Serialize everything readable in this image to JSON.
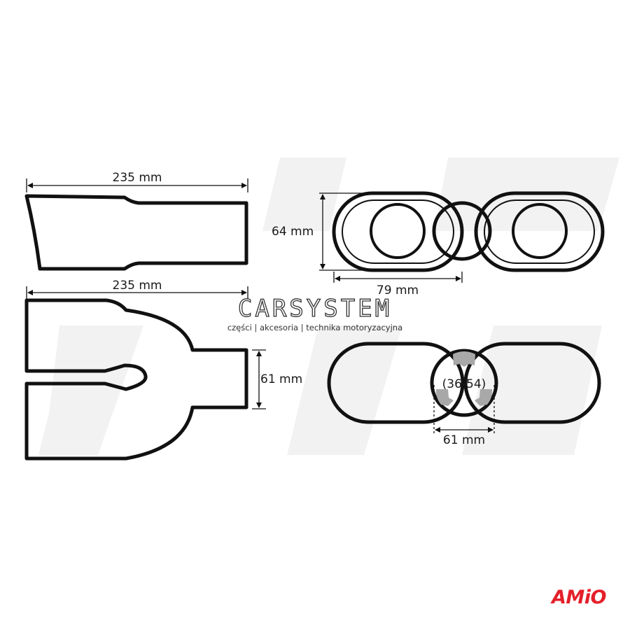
{
  "watermark": {
    "title": "CARSYSTEM",
    "subtitle": "części | akcesoria | technika motoryzacyjna"
  },
  "brand": {
    "logo_text": "AMiO",
    "color": "#e4202a"
  },
  "side_view": {
    "length_label": "235 mm"
  },
  "top_view": {
    "length_label": "235 mm",
    "inlet_label": "61 mm"
  },
  "outlet_view": {
    "height_label": "64 mm",
    "width_label": "79 mm"
  },
  "inlet_view": {
    "range_label": "(36-54)",
    "width_label": "61 mm"
  }
}
